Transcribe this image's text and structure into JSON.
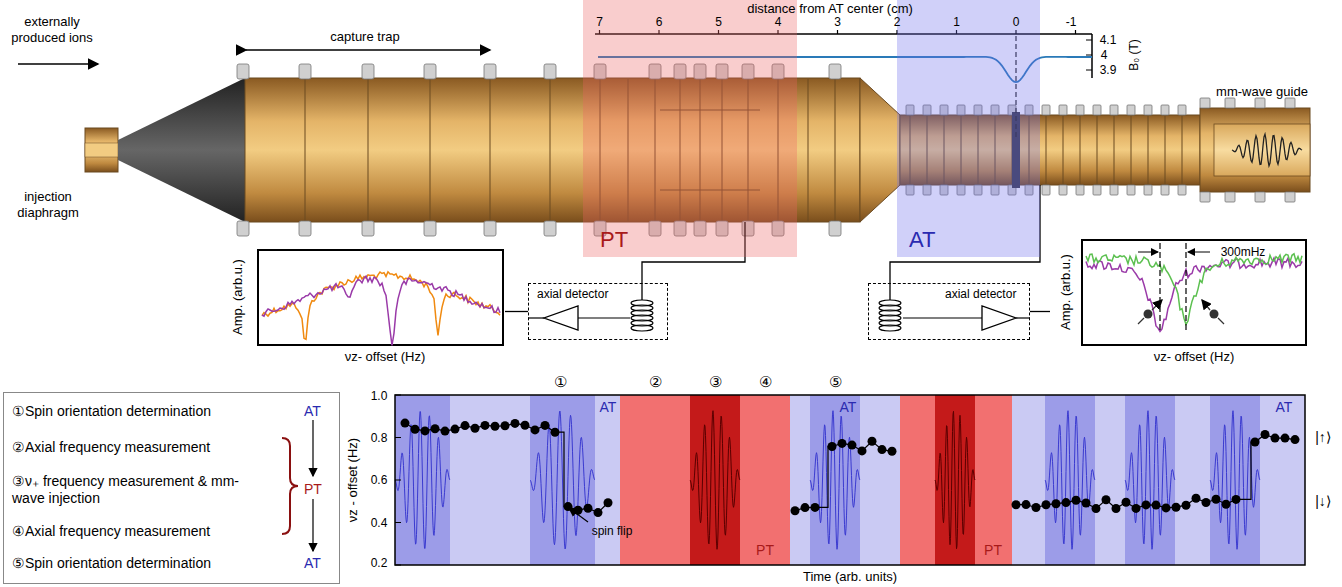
{
  "diagram": {
    "nodes": [
      {
        "text": [
          "PT"
        ]
      },
      {
        "text": [
          "AT"
        ]
      },
      {
        "text": [
          "axial detector"
        ]
      },
      {
        "text": [
          "axial detector"
        ]
      },
      {
        "text": [
          "Amp. (arb.u.)",
          "νz- offset (Hz)"
        ]
      },
      {
        "text": [
          "Amp. (arb.u.)",
          "νz- offset (Hz)"
        ]
      },
      {
        "text": [
          "①Spin orientation determination",
          "AT",
          "②Axial frequency measurement",
          "③ν₊ frequency measurement & mm-wave injection",
          "④Axial frequency measurement",
          "PT",
          "⑤Spin orientation determination",
          "AT"
        ]
      }
    ],
    "edges": [
      {
        "from": 2,
        "to": 4,
        "arrow": "none"
      },
      {
        "from": 3,
        "to": 5,
        "arrow": "none"
      }
    ],
    "labels": [
      "externally produced ions",
      "injection diaphragm",
      "capture trap",
      "distance from AT center (cm)",
      "7",
      "6",
      "5",
      "4",
      "3",
      "2",
      "1",
      "0",
      "-1",
      "4.1",
      "4",
      "3.9",
      "B₀ (T)",
      "mm-wave guide",
      "300mHz",
      "①",
      "②",
      "③",
      "④",
      "⑤",
      "AT",
      "PT",
      "AT",
      "PT",
      "AT",
      "spin flip",
      "|↑⟩",
      "|↓⟩",
      "1.0",
      "0.8",
      "0.6",
      "0.4",
      "0.2",
      "νz - offset (Hz)",
      "Time (arb. units)"
    ]
  }
}
